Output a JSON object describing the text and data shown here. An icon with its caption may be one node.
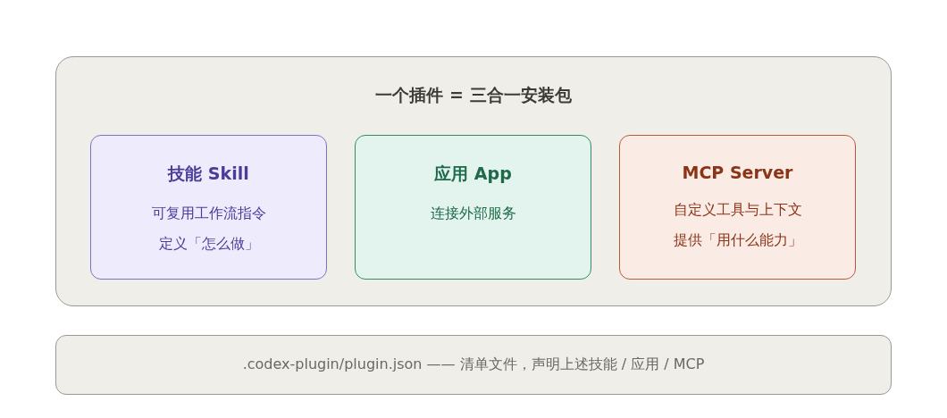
{
  "diagram": {
    "nodes": [
      {
        "text": [
          "一个插件 = 三合一安装包"
        ]
      },
      {
        "text": [
          "技能 Skill",
          "可复用工作流指令",
          "定义「怎么做」"
        ],
        "in": 0
      },
      {
        "text": [
          "应用 App",
          "连接外部服务"
        ],
        "in": 0
      },
      {
        "text": [
          "MCP Server",
          "自定义工具与上下文",
          "提供「用什么能力」"
        ],
        "in": 0
      },
      {
        "text": [
          ".codex-plugin/plugin.json —— 清单文件，声明上述技能 / 应用 / MCP"
        ]
      }
    ]
  }
}
